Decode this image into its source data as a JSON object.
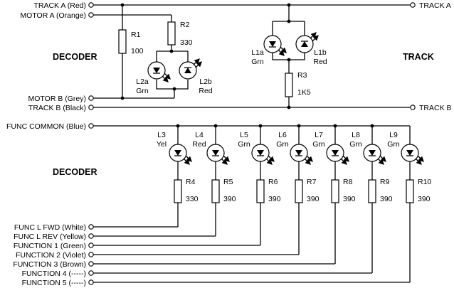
{
  "terminals": {
    "track_a_red": "TRACK A (Red)",
    "motor_a_orange": "MOTOR A (Orange)",
    "motor_b_grey": "MOTOR B (Grey)",
    "track_b_black": "TRACK B (Black)",
    "track_a_right": "TRACK A",
    "track_b_right": "TRACK B",
    "func_common_blue": "FUNC COMMON (Blue)",
    "func_l_fwd_white": "FUNC L FWD (White)",
    "func_l_rev_yellow": "FUNC L REV (Yellow)",
    "function_1_green": "FUNCTION 1 (Green)",
    "function_2_violet": "FUNCTION 2 (Violet)",
    "function_3_brown": "FUNCTION 3 (Brown)",
    "function_4": "FUNCTION 4 (-----)",
    "function_5": "FUNCTION 5 (-----)"
  },
  "blocks": {
    "decoder_top": "DECODER",
    "track": "TRACK",
    "decoder_bottom": "DECODER"
  },
  "resistors_top": {
    "r1": {
      "name": "R1",
      "value": "100"
    },
    "r2": {
      "name": "R2",
      "value": "330"
    },
    "r3": {
      "name": "R3",
      "value": "1K5"
    }
  },
  "leds_top": {
    "l1a": {
      "name": "L1a",
      "color": "Grn"
    },
    "l1b": {
      "name": "L1b",
      "color": "Red"
    },
    "l2a": {
      "name": "L2a",
      "color": "Grn"
    },
    "l2b": {
      "name": "L2b",
      "color": "Red"
    }
  },
  "function_branches": [
    {
      "led": "L3",
      "led_color": "Yel",
      "resistor": "R4",
      "value": "330"
    },
    {
      "led": "L4",
      "led_color": "Red",
      "resistor": "R5",
      "value": "390"
    },
    {
      "led": "L5",
      "led_color": "Grn",
      "resistor": "R6",
      "value": "390"
    },
    {
      "led": "L6",
      "led_color": "Grn",
      "resistor": "R7",
      "value": "390"
    },
    {
      "led": "L7",
      "led_color": "Grn",
      "resistor": "R8",
      "value": "390"
    },
    {
      "led": "L8",
      "led_color": "Grn",
      "resistor": "R9",
      "value": "390"
    },
    {
      "led": "L9",
      "led_color": "Grn",
      "resistor": "R10",
      "value": "390"
    }
  ]
}
